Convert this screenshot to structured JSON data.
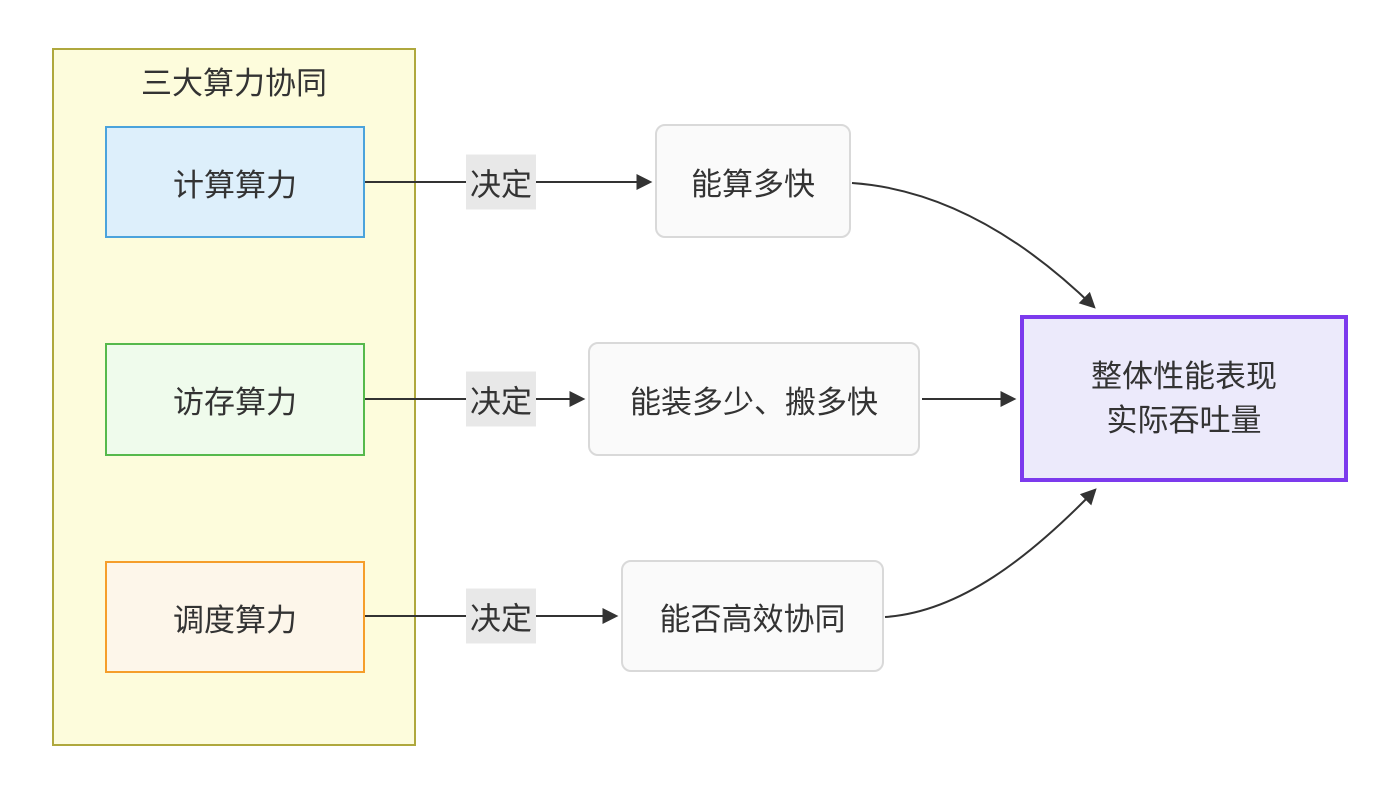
{
  "diagram": {
    "group": {
      "title": "三大算力协同",
      "fill": "#fdfcdc",
      "border": "#afa83d"
    },
    "sources": [
      {
        "label": "计算算力",
        "fill": "#ddeffb",
        "border": "#4ba3dc"
      },
      {
        "label": "访存算力",
        "fill": "#effbec",
        "border": "#56b94c"
      },
      {
        "label": "调度算力",
        "fill": "#fdf6ea",
        "border": "#f59e2b"
      }
    ],
    "edge_label": "决定",
    "outcomes": [
      {
        "label": "能算多快"
      },
      {
        "label": "能装多少、搬多快"
      },
      {
        "label": "能否高效协同"
      }
    ],
    "result": {
      "line1": "整体性能表现",
      "line2": "实际吞吐量",
      "fill": "#eceafb",
      "border": "#7c3aed"
    },
    "styles": {
      "outcome_fill": "#fafafa",
      "outcome_border": "#d9d9d9",
      "edge_label_bg": "#e8e8e8",
      "arrow_color": "#333333",
      "text_color": "#333333"
    }
  }
}
